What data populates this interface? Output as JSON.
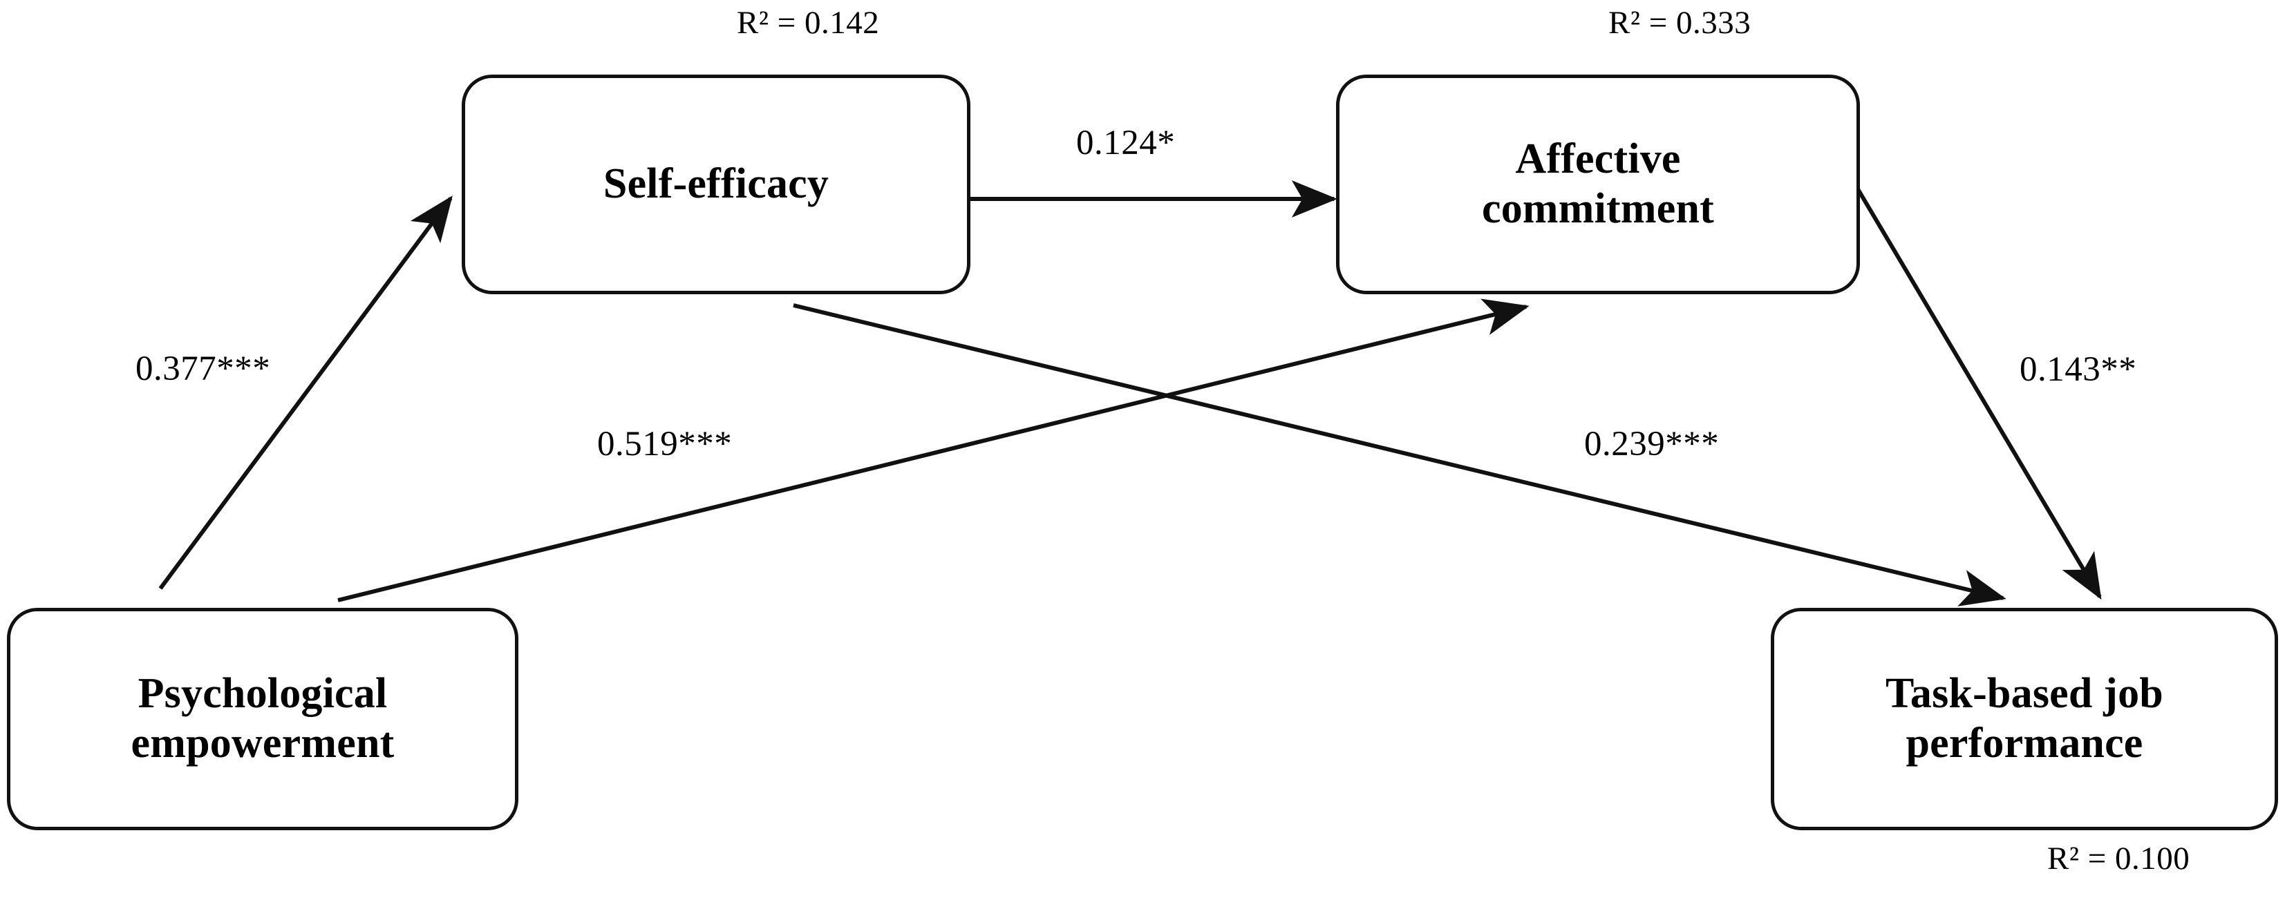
{
  "figure": {
    "type": "path-diagram",
    "background_color": "#ffffff",
    "line_color": "#111111",
    "text_color": "#000000"
  },
  "nodes": [
    {
      "id": "self-efficacy",
      "label": "Self-efficacy",
      "r2": "R² = 0.142",
      "r2_value": 0.142
    },
    {
      "id": "affective-commitment",
      "label": "Affective\ncommitment",
      "r2": "R² = 0.333",
      "r2_value": 0.333
    },
    {
      "id": "psychological-empowerment",
      "label": "Psychological\nempowerment",
      "r2": "",
      "r2_value": null
    },
    {
      "id": "task-based-job-performance",
      "label": "Task-based job\nperformance",
      "r2": "R² = 0.100",
      "r2_value": 0.1
    }
  ],
  "r2_labels": {
    "self_efficacy": "R² = 0.142",
    "affective_commitment": "R² = 0.333",
    "task_based_job_performance": "R² = 0.100"
  },
  "paths": [
    {
      "id": "pe-to-se",
      "from": "psychological-empowerment",
      "to": "self-efficacy",
      "coefficient": "0.377***",
      "value": 0.377,
      "significance": "***"
    },
    {
      "id": "se-to-ac",
      "from": "self-efficacy",
      "to": "affective-commitment",
      "coefficient": "0.124*",
      "value": 0.124,
      "significance": "*"
    },
    {
      "id": "pe-to-ac",
      "from": "psychological-empowerment",
      "to": "affective-commitment",
      "coefficient": "0.519***",
      "value": 0.519,
      "significance": "***"
    },
    {
      "id": "se-to-tjp",
      "from": "self-efficacy",
      "to": "task-based-job-performance",
      "coefficient": "0.239***",
      "value": 0.239,
      "significance": "***"
    },
    {
      "id": "ac-to-tjp",
      "from": "affective-commitment",
      "to": "task-based-job-performance",
      "coefficient": "0.143**",
      "value": 0.143,
      "significance": "**"
    }
  ],
  "coefficient_labels": {
    "pe_to_se": "0.377***",
    "se_to_ac": "0.124*",
    "pe_to_ac": "0.519***",
    "se_to_tjp": "0.239***",
    "ac_to_tjp": "0.143**"
  },
  "node_labels": {
    "self_efficacy": "Self-efficacy",
    "affective_commitment": "Affective\ncommitment",
    "psychological_empowerment": "Psychological\nempowerment",
    "task_based_job_performance": "Task-based job\nperformance"
  }
}
